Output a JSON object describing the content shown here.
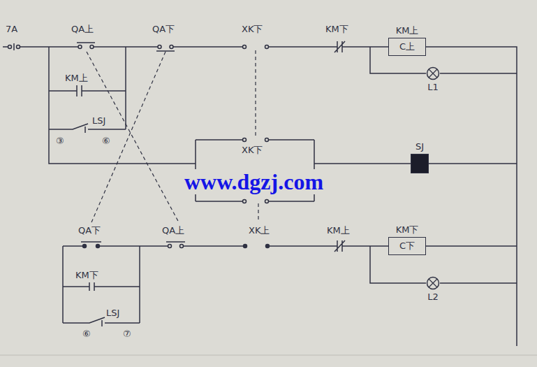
{
  "diagram": {
    "nodes": [
      {
        "text": [
          "KM上",
          "C上"
        ]
      },
      {
        "text": [
          "L1"
        ]
      },
      {
        "text": [
          "SJ"
        ]
      },
      {
        "text": [
          "KM下",
          "C下"
        ]
      },
      {
        "text": [
          "L2"
        ]
      }
    ],
    "labels": [
      "7A",
      "QA上",
      "QA下",
      "XK下",
      "KM下",
      "KM上",
      "LSJ",
      "③",
      "⑥",
      "XK下",
      "www.dgzj.com",
      "QA下",
      "QA上",
      "XK上",
      "KM上",
      "KM下",
      "LSJ",
      "⑥",
      "⑦"
    ]
  }
}
